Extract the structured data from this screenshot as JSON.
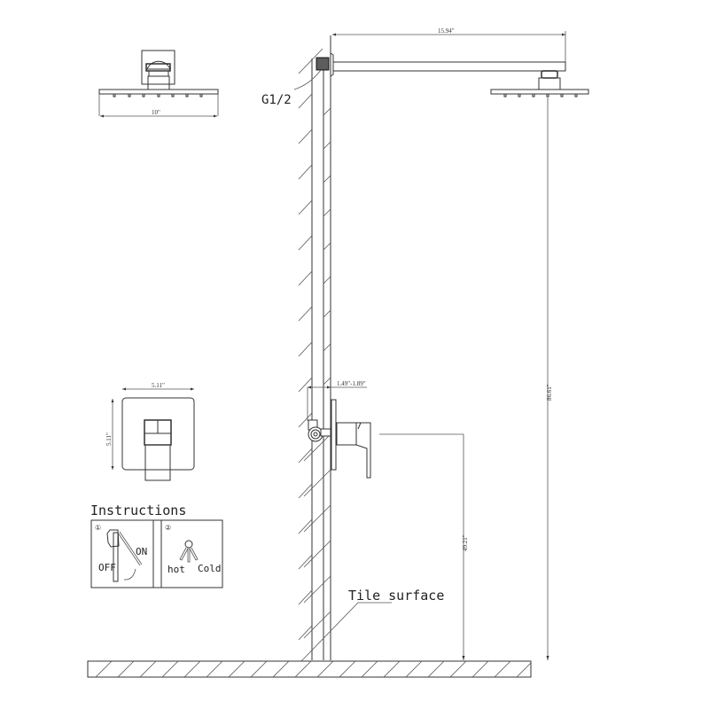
{
  "diagram": {
    "type": "technical installation drawing",
    "subject": "wall-mounted rain shower system"
  },
  "labels": {
    "inlet_thread": "G1/2",
    "tile_surface": "Tile surface",
    "instructions_title": "Instructions"
  },
  "dimensions": {
    "shower_head_width": "10\"",
    "arm_length": "15.94\"",
    "valve_depth": "1.49\"-1.89\"",
    "trim_plate_width": "5.11\"",
    "trim_plate_height": "5.11\"",
    "shower_head_height": "86.61\"",
    "valve_height": "49.21\""
  },
  "instructions": {
    "step1": {
      "number": "①",
      "on_label": "ON",
      "off_label": "OFF"
    },
    "step2": {
      "number": "②",
      "hot_label": "hot",
      "cold_label": "Cold"
    }
  },
  "colors": {
    "line": "#333333",
    "background": "#ffffff"
  }
}
